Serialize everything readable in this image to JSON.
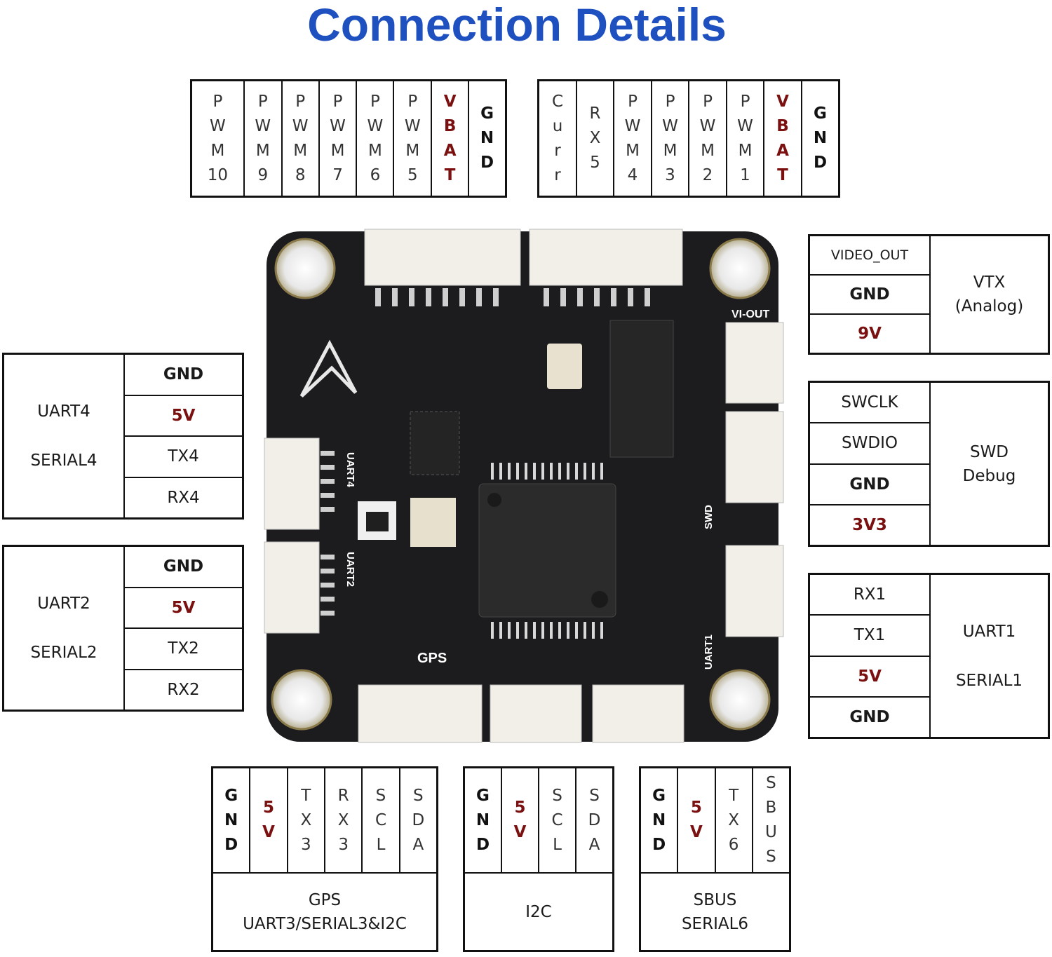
{
  "title": "Connection Details",
  "top_left_connector": [
    "PWM10",
    "PWM9",
    "PWM8",
    "PWM7",
    "PWM6",
    "PWM5",
    "VBAT",
    "GND"
  ],
  "top_right_connector": [
    "Curr",
    "RX5",
    "PWM4",
    "PWM3",
    "PWM2",
    "PWM1",
    "VBAT",
    "GND"
  ],
  "vtx": {
    "pins": [
      "VIDEO_OUT",
      "GND",
      "9V"
    ],
    "label_line1": "VTX",
    "label_line2": "(Analog)"
  },
  "swd": {
    "pins": [
      "SWCLK",
      "SWDIO",
      "GND",
      "3V3"
    ],
    "label_line1": "SWD",
    "label_line2": "Debug"
  },
  "uart1": {
    "pins": [
      "RX1",
      "TX1",
      "5V",
      "GND"
    ],
    "label_line1": "UART1",
    "label_line2": "SERIAL1"
  },
  "uart4": {
    "pins": [
      "GND",
      "5V",
      "TX4",
      "RX4"
    ],
    "label_line1": "UART4",
    "label_line2": "SERIAL4"
  },
  "uart2": {
    "pins": [
      "GND",
      "5V",
      "TX2",
      "RX2"
    ],
    "label_line1": "UART2",
    "label_line2": "SERIAL2"
  },
  "gps": {
    "pins": [
      "GND",
      "5V",
      "TX3",
      "RX3",
      "SCL",
      "SDA"
    ],
    "label_line1": "GPS",
    "label_line2": "UART3/SERIAL3&I2C"
  },
  "i2c": {
    "pins": [
      "GND",
      "5V",
      "SCL",
      "SDA"
    ],
    "label_line1": "I2C"
  },
  "sbus": {
    "pins": [
      "GND",
      "5V",
      "TX6",
      "SBUS"
    ],
    "label_line1": "SBUS",
    "label_line2": "SERIAL6"
  },
  "board_silkscreen": {
    "vi_out": "VI-OUT",
    "uart4": "UART4",
    "uart2": "UART2",
    "gps": "GPS",
    "swd": "SWD",
    "uart1": "UART1"
  },
  "colors": {
    "title": "#1e50c0",
    "power_text": "#7a1010",
    "board": "#1c1c1e",
    "connector": "#f2efe9"
  }
}
